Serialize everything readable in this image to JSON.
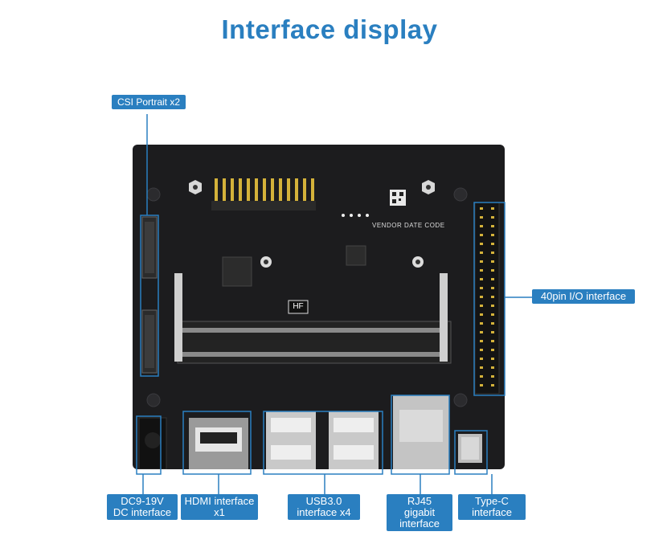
{
  "title": "Interface display",
  "labels": {
    "csi": "CSI Portrait x2",
    "pin40": "40pin I/O interface",
    "dc": [
      "DC9-19V",
      "DC interface"
    ],
    "hdmi": [
      "HDMI interface",
      "x1"
    ],
    "usb": [
      "USB3.0",
      "interface x4"
    ],
    "rj45": [
      "RJ45",
      "gigabit",
      "interface"
    ],
    "typec": [
      "Type-C",
      "interface"
    ]
  },
  "board_text": {
    "vendor": "VENDOR DATE CODE",
    "hf": "HF"
  },
  "colors": {
    "accent": "#2a7fc0",
    "board": "#1c1c1e",
    "gold": "#d4b23a"
  }
}
